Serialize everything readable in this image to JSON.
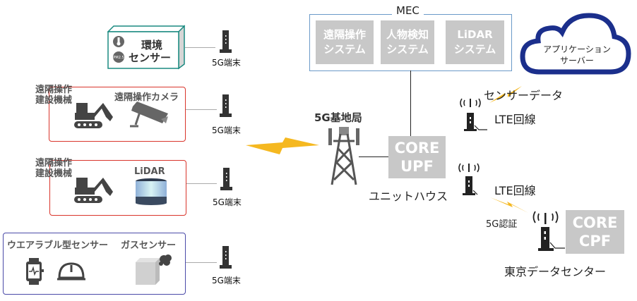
{
  "env_sensor": {
    "label_line1": "環境",
    "label_line2": "センサー",
    "icons": [
      "thermometer-icon",
      "pm25-icon"
    ],
    "border_color": "#1a8a80"
  },
  "terminal_label": "5G端末",
  "terminals": [
    {
      "label": "5G端末"
    },
    {
      "label": "5G端末"
    },
    {
      "label": "5G端末"
    },
    {
      "label": "5G端末"
    }
  ],
  "group_camera": {
    "side_label_line1": "遠隔操作",
    "side_label_line2": "建設機械",
    "device_label": "遠隔操作カメラ",
    "border_color": "#d9342b"
  },
  "group_lidar": {
    "side_label_line1": "遠隔操作",
    "side_label_line2": "建設機械",
    "device_label": "LiDAR",
    "border_color": "#d9342b"
  },
  "group_wearable": {
    "wearable_label": "ウエアラブル型センサー",
    "gas_label": "ガスセンサー",
    "border_color": "#4a4aa8"
  },
  "base_station": {
    "label": "5G基地局"
  },
  "mec": {
    "title": "MEC",
    "systems": [
      {
        "line1": "遠隔操作",
        "line2": "システム"
      },
      {
        "line1": "人物検知",
        "line2": "システム"
      },
      {
        "line1": "LiDAR",
        "line2": "システム"
      }
    ],
    "border_color": "#6a9ac8"
  },
  "core_upf": {
    "line1": "CORE",
    "line2": "UPF",
    "location": "ユニットハウス"
  },
  "cloud": {
    "line1": "アプリケーション",
    "line2": "サーバー",
    "color": "#1b2f8c"
  },
  "lte1": {
    "data_label": "センサーデータ",
    "line_label": "LTE回線"
  },
  "lte2": {
    "line_label": "LTE回線",
    "auth_label": "5G認証"
  },
  "core_cpf": {
    "line1": "CORE",
    "line2": "CPF",
    "location": "東京データセンター"
  },
  "colors": {
    "lightning": "#f5b820",
    "gray_box": "#c8c8c8"
  }
}
